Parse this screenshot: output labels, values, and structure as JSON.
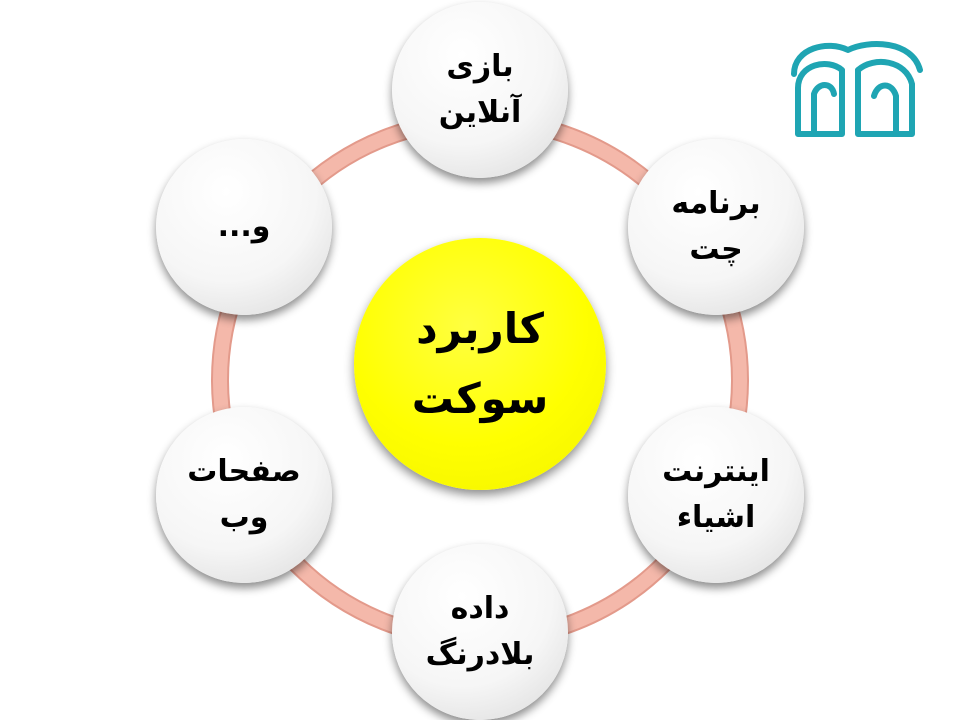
{
  "colors": {
    "ring": "#f3b3a6",
    "ring_edge": "#e39a8b",
    "center_fill": "#ffff00",
    "node_fill": "#f6f6f6",
    "logo": "#1fa5b3"
  },
  "center": {
    "lines": [
      "کاربرد",
      "سوکت"
    ]
  },
  "nodes": [
    {
      "lines": [
        "بازی",
        "آنلاین"
      ]
    },
    {
      "lines": [
        "برنامه",
        "چت"
      ]
    },
    {
      "lines": [
        "اینترنت",
        "اشیاء"
      ]
    },
    {
      "lines": [
        "داده",
        "بلادرنگ"
      ]
    },
    {
      "lines": [
        "صفحات",
        "وب"
      ]
    },
    {
      "lines": [
        "و..."
      ]
    }
  ],
  "logo": {
    "icon": "arches-logo-icon"
  }
}
